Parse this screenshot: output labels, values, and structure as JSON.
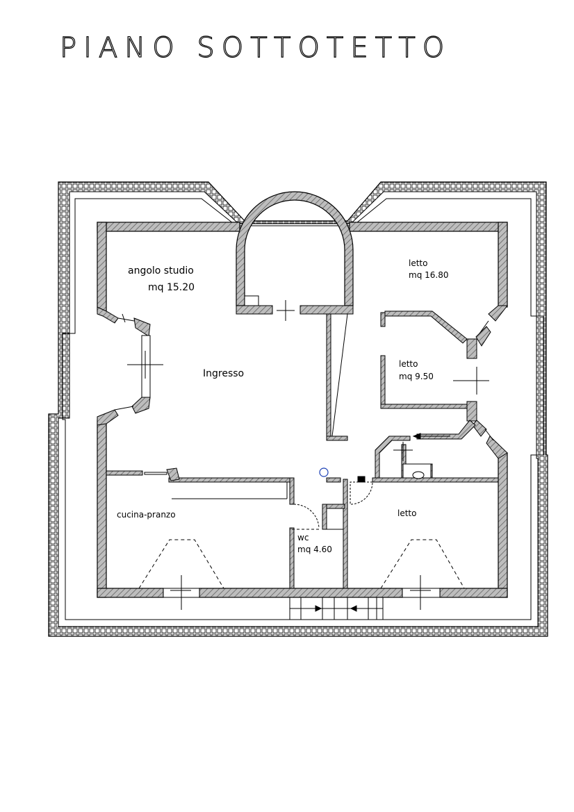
{
  "title": "PIANO SOTTOTETTO",
  "rooms": {
    "studio": {
      "name": "angolo studio",
      "area": "mq 15.20"
    },
    "ingresso": {
      "name": "Ingresso"
    },
    "letto1": {
      "name": "letto",
      "area": "mq 16.80"
    },
    "letto2": {
      "name": "letto",
      "area": "mq 9.50"
    },
    "cucina": {
      "name": "cucina-pranzo"
    },
    "wc": {
      "name": "wc",
      "area": "mq 4.60"
    },
    "letto3": {
      "name": "letto"
    }
  },
  "colors": {
    "ink": "#000000",
    "wall_fill": "#9a9a9a",
    "marker": "#1a3fb5"
  }
}
